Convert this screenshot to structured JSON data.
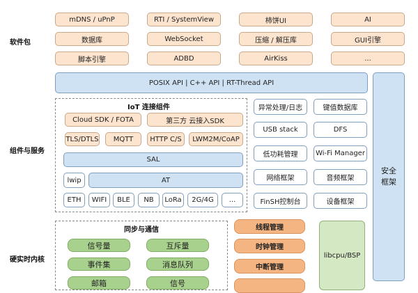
{
  "layers": {
    "packages": "软件包",
    "components": "组件与服务",
    "kernel": "硬实时内核"
  },
  "packages": [
    [
      "mDNS / uPnP",
      "RTI / SystemView",
      "柿饼UI",
      "AI"
    ],
    [
      "数据库",
      "WebSocket",
      "压缩 / 解压库",
      "GUI引擎"
    ],
    [
      "脚本引擎",
      "ADBD",
      "AirKiss",
      "..."
    ]
  ],
  "api_bar": "POSIX API  |  C++ API  |  RT-Thread API",
  "iot": {
    "title": "IoT 连接组件",
    "cloud": [
      "Cloud SDK / FOTA",
      "第三方 云接入SDK"
    ],
    "protocols": [
      "TLS/DTLS",
      "MQTT",
      "HTTP C/S",
      "LWM2M/CoAP"
    ],
    "sal": "SAL",
    "lwip": "lwip",
    "at": "AT",
    "links": [
      "ETH",
      "WIFI",
      "BLE",
      "NB",
      "LoRa",
      "2G/4G",
      "..."
    ]
  },
  "services": [
    [
      "异常处理/日志",
      "键值数据库"
    ],
    [
      "USB stack",
      "DFS"
    ],
    [
      "低功耗管理",
      "Wi-Fi Manager"
    ],
    [
      "网络框架",
      "音频框架"
    ],
    [
      "FinSH控制台",
      "设备框架"
    ]
  ],
  "security": "安全\n框架",
  "sync": {
    "title": "同步与通信",
    "items": [
      "信号量",
      "互斥量",
      "事件集",
      "消息队列",
      "邮箱",
      "信号"
    ]
  },
  "kernel_mgmt": [
    "线程管理",
    "时钟管理",
    "中断管理"
  ],
  "libcpu": "libcpu/BSP"
}
